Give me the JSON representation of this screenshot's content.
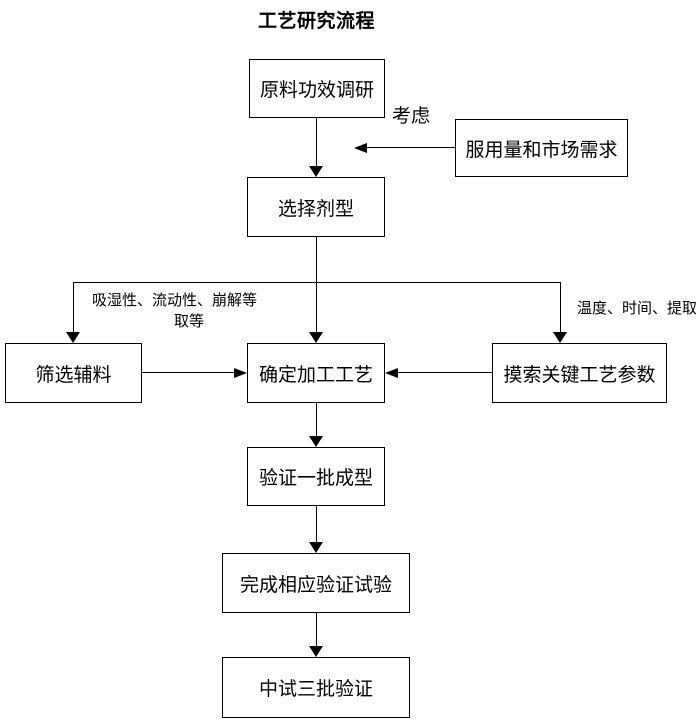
{
  "title": "工艺研究流程",
  "nodes": {
    "raw_research": "原料功效调研",
    "dosage_market": "服用量和市场需求",
    "select_dosage_form": "选择剂型",
    "screen_excipients": "筛选辅料",
    "determine_process": "确定加工工艺",
    "explore_key_params": "摸索关键工艺参数",
    "verify_one_batch": "验证一批成型",
    "complete_verification_tests": "完成相应验证试验",
    "pilot_three_batch_verification": "中试三批验证"
  },
  "annotations": {
    "consider": "考虑",
    "left_branch_line1": "吸湿性、流动性、崩解等",
    "left_branch_line2": "取等",
    "right_branch": "温度、时间、提取等"
  },
  "colors": {
    "line": "#000000",
    "background": "#ffffff",
    "text": "#000000"
  }
}
